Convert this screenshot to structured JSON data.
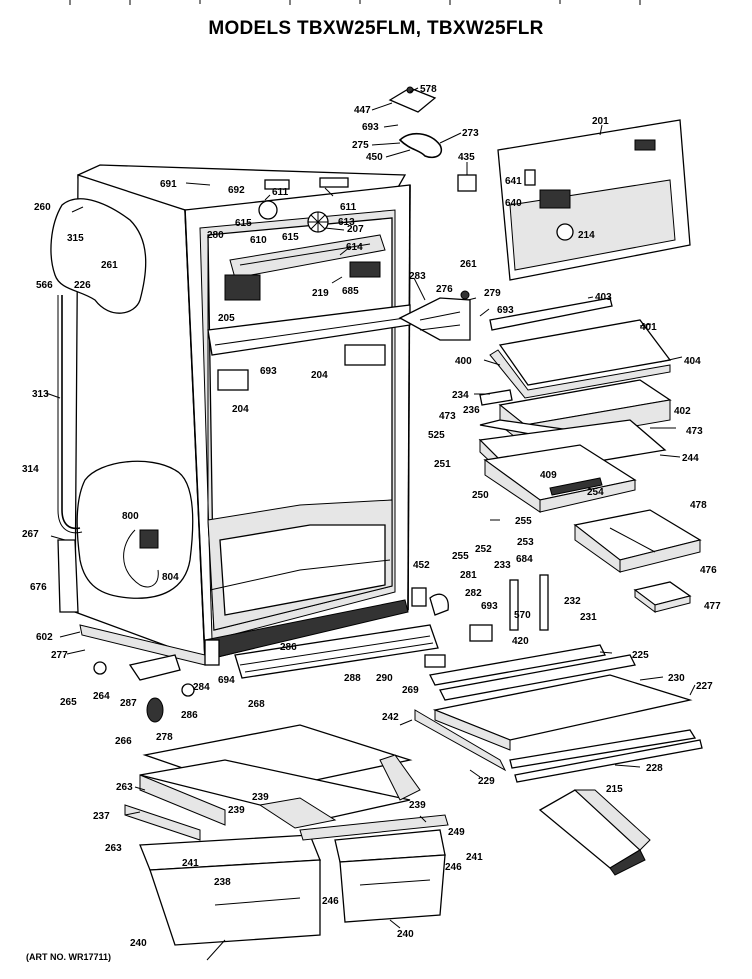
{
  "title": "MODELS TBXW25FLM, TBXW25FLR",
  "art_number": "(ART NO. WR17711)",
  "part_labels": [
    {
      "id": "578",
      "text": "578"
    },
    {
      "id": "447",
      "text": "447"
    },
    {
      "id": "693a",
      "text": "693"
    },
    {
      "id": "273",
      "text": "273"
    },
    {
      "id": "275",
      "text": "275"
    },
    {
      "id": "450",
      "text": "450"
    },
    {
      "id": "435",
      "text": "435"
    },
    {
      "id": "201",
      "text": "201"
    },
    {
      "id": "641",
      "text": "641"
    },
    {
      "id": "640",
      "text": "640"
    },
    {
      "id": "214",
      "text": "214"
    },
    {
      "id": "691",
      "text": "691"
    },
    {
      "id": "692",
      "text": "692"
    },
    {
      "id": "611a",
      "text": "611"
    },
    {
      "id": "611b",
      "text": "611"
    },
    {
      "id": "260",
      "text": "260"
    },
    {
      "id": "280",
      "text": "280"
    },
    {
      "id": "615a",
      "text": "615"
    },
    {
      "id": "613",
      "text": "613"
    },
    {
      "id": "207",
      "text": "207"
    },
    {
      "id": "610",
      "text": "610"
    },
    {
      "id": "615b",
      "text": "615"
    },
    {
      "id": "614",
      "text": "614"
    },
    {
      "id": "315",
      "text": "315"
    },
    {
      "id": "261a",
      "text": "261"
    },
    {
      "id": "566",
      "text": "566"
    },
    {
      "id": "226",
      "text": "226"
    },
    {
      "id": "219",
      "text": "219"
    },
    {
      "id": "685",
      "text": "685"
    },
    {
      "id": "283",
      "text": "283"
    },
    {
      "id": "261b",
      "text": "261"
    },
    {
      "id": "279",
      "text": "279"
    },
    {
      "id": "276",
      "text": "276"
    },
    {
      "id": "403",
      "text": "403"
    },
    {
      "id": "693b",
      "text": "693"
    },
    {
      "id": "401",
      "text": "401"
    },
    {
      "id": "205",
      "text": "205"
    },
    {
      "id": "400",
      "text": "400"
    },
    {
      "id": "404",
      "text": "404"
    },
    {
      "id": "693c",
      "text": "693"
    },
    {
      "id": "204a",
      "text": "204"
    },
    {
      "id": "204b",
      "text": "204"
    },
    {
      "id": "313",
      "text": "313"
    },
    {
      "id": "234",
      "text": "234"
    },
    {
      "id": "402",
      "text": "402"
    },
    {
      "id": "473a",
      "text": "473"
    },
    {
      "id": "236",
      "text": "236"
    },
    {
      "id": "525",
      "text": "525"
    },
    {
      "id": "473b",
      "text": "473"
    },
    {
      "id": "244",
      "text": "244"
    },
    {
      "id": "251",
      "text": "251"
    },
    {
      "id": "409",
      "text": "409"
    },
    {
      "id": "314",
      "text": "314"
    },
    {
      "id": "250",
      "text": "250"
    },
    {
      "id": "254",
      "text": "254"
    },
    {
      "id": "478",
      "text": "478"
    },
    {
      "id": "800",
      "text": "800"
    },
    {
      "id": "255a",
      "text": "255"
    },
    {
      "id": "267",
      "text": "267"
    },
    {
      "id": "252",
      "text": "252"
    },
    {
      "id": "253",
      "text": "253"
    },
    {
      "id": "255b",
      "text": "255"
    },
    {
      "id": "684",
      "text": "684"
    },
    {
      "id": "804",
      "text": "804"
    },
    {
      "id": "452",
      "text": "452"
    },
    {
      "id": "233",
      "text": "233"
    },
    {
      "id": "476",
      "text": "476"
    },
    {
      "id": "676",
      "text": "676"
    },
    {
      "id": "281",
      "text": "281"
    },
    {
      "id": "282",
      "text": "282"
    },
    {
      "id": "477",
      "text": "477"
    },
    {
      "id": "232",
      "text": "232"
    },
    {
      "id": "570",
      "text": "570"
    },
    {
      "id": "693d",
      "text": "693"
    },
    {
      "id": "231",
      "text": "231"
    },
    {
      "id": "602",
      "text": "602"
    },
    {
      "id": "420",
      "text": "420"
    },
    {
      "id": "286",
      "text": "286"
    },
    {
      "id": "277",
      "text": "277"
    },
    {
      "id": "225",
      "text": "225"
    },
    {
      "id": "694",
      "text": "694"
    },
    {
      "id": "288",
      "text": "288"
    },
    {
      "id": "290",
      "text": "290"
    },
    {
      "id": "230",
      "text": "230"
    },
    {
      "id": "264",
      "text": "264"
    },
    {
      "id": "287",
      "text": "287"
    },
    {
      "id": "284",
      "text": "284"
    },
    {
      "id": "269",
      "text": "269"
    },
    {
      "id": "227",
      "text": "227"
    },
    {
      "id": "265",
      "text": "265"
    },
    {
      "id": "286b",
      "text": "286"
    },
    {
      "id": "268",
      "text": "268"
    },
    {
      "id": "242",
      "text": "242"
    },
    {
      "id": "266",
      "text": "266"
    },
    {
      "id": "278",
      "text": "278"
    },
    {
      "id": "229",
      "text": "229"
    },
    {
      "id": "228",
      "text": "228"
    },
    {
      "id": "263a",
      "text": "263"
    },
    {
      "id": "239a",
      "text": "239"
    },
    {
      "id": "239b",
      "text": "239"
    },
    {
      "id": "215",
      "text": "215"
    },
    {
      "id": "237",
      "text": "237"
    },
    {
      "id": "239c",
      "text": "239"
    },
    {
      "id": "249",
      "text": "249"
    },
    {
      "id": "263b",
      "text": "263"
    },
    {
      "id": "241a",
      "text": "241"
    },
    {
      "id": "241b",
      "text": "241"
    },
    {
      "id": "238",
      "text": "238"
    },
    {
      "id": "246a",
      "text": "246"
    },
    {
      "id": "246b",
      "text": "246"
    },
    {
      "id": "240a",
      "text": "240"
    },
    {
      "id": "240b",
      "text": "240"
    }
  ]
}
